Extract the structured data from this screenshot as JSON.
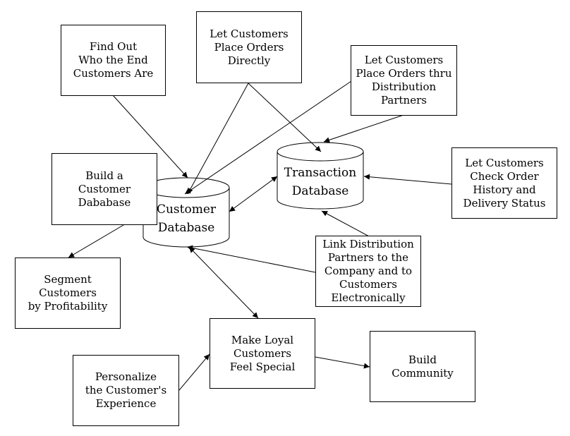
{
  "boxes": {
    "find_end_customers": "Find Out\nWho the End\nCustomers Are",
    "place_orders_directly": "Let Customers\nPlace Orders\nDirectly",
    "place_orders_partners": "Let Customers\nPlace Orders thru\nDistribution\nPartners",
    "build_customer_database": "Build a\nCustomer\nDababase",
    "check_order_history": "Let Customers\nCheck Order\nHistory and\nDelivery Status",
    "link_distribution_partners": "Link Distribution\nPartners to the\nCompany and to\nCustomers\nElectronically",
    "segment_customers": "Segment\nCustomers\nby Profitability",
    "make_loyal_customers": "Make Loyal\nCustomers\nFeel Special",
    "build_community": "Build\nCommunity",
    "personalize_experience": "Personalize\nthe Customer's\nExperience"
  },
  "databases": {
    "transaction": "Transaction\nDatabase",
    "customer": "Customer\nDatabase"
  }
}
